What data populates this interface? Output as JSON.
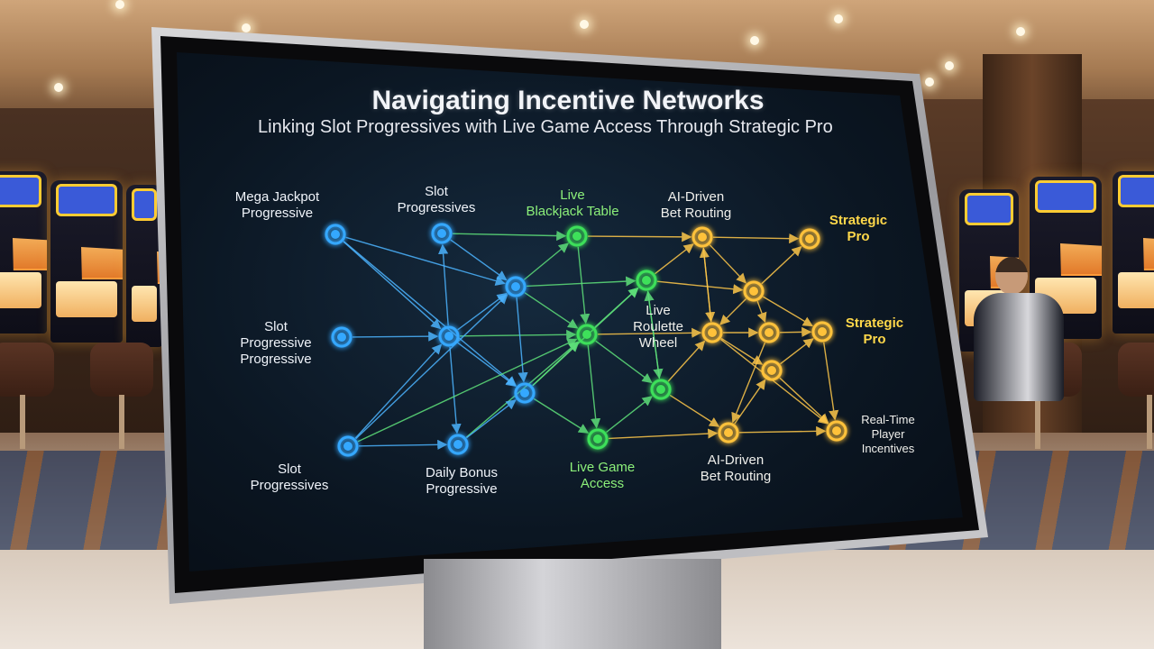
{
  "screen": {
    "title": "Navigating Incentive Networks",
    "subtitle": "Linking Slot Progressives with Live Game Access Through Strategic Pro"
  },
  "labels": {
    "mega_jackpot": [
      "Mega Jackpot",
      "Progressive"
    ],
    "slot_top": [
      "Slot",
      "Progressives"
    ],
    "live_blackjack": [
      "Live",
      "Blackjack Table"
    ],
    "ai_bet_top": [
      "AI-Driven",
      "Bet Routing"
    ],
    "strategic_pro_top": [
      "Strategic",
      "Pro"
    ],
    "slot_progressive_mid": [
      "Slot",
      "Progressive",
      "Progressive"
    ],
    "live_roulette": [
      "Live",
      "Roulette",
      "Wheel"
    ],
    "strategic_pro_mid": [
      "Strategic",
      "Pro"
    ],
    "slot_progressives_bottom": [
      "Slot",
      "Progressives"
    ],
    "daily_bonus": [
      "Daily Bonus",
      "Progressive"
    ],
    "live_game_access": [
      "Live Game",
      "Access"
    ],
    "ai_bet_bottom": [
      "AI-Driven",
      "Bet Routing"
    ],
    "realtime_incentives": [
      "Real-Time",
      "Player",
      "Incentives"
    ]
  },
  "colors": {
    "blue_node": "#34a8ff",
    "green_node": "#3ee05a",
    "yellow_node": "#ffc23a",
    "screen_bg": "#0b1622"
  }
}
